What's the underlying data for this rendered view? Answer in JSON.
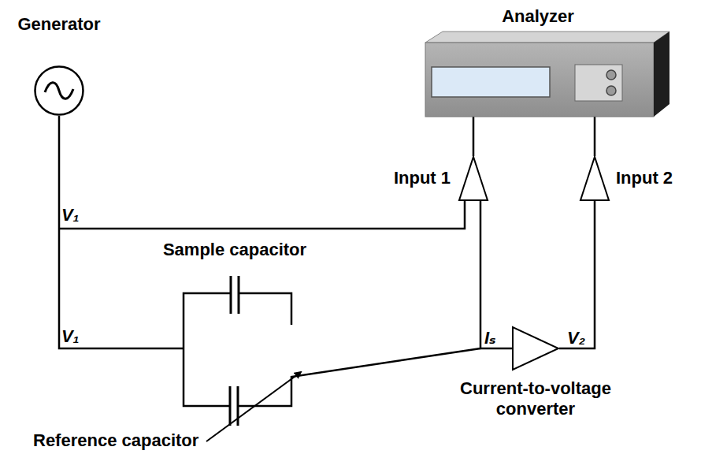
{
  "diagram": {
    "nodes": [
      {
        "text": [
          "Generator"
        ]
      },
      {
        "text": [
          "Analyzer"
        ]
      },
      {
        "text": [
          "Input 1"
        ]
      },
      {
        "text": [
          "Input 2"
        ]
      },
      {
        "text": [
          "Sample capacitor"
        ]
      },
      {
        "text": [
          "Reference capacitor"
        ]
      },
      {
        "text": [
          "Current-to-voltage converter"
        ]
      }
    ],
    "edges": [
      {
        "from": 2,
        "to": 1,
        "arrow": "none"
      },
      {
        "from": 3,
        "to": 1,
        "arrow": "none"
      },
      {
        "from": 6,
        "to": 3,
        "arrow": "none"
      }
    ],
    "labels": [
      "V₁",
      "V₁",
      "Iₛ",
      "V₂"
    ]
  }
}
